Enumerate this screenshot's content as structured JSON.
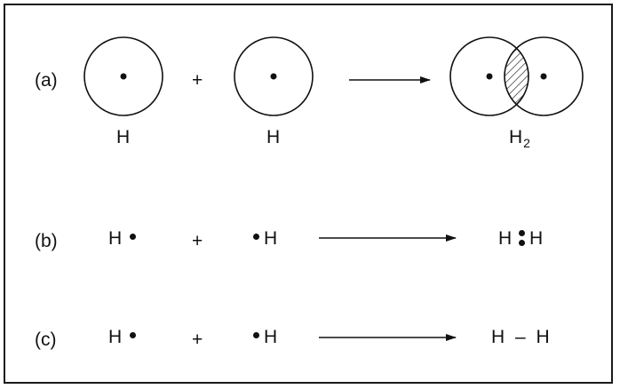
{
  "rows": [
    {
      "label": "(a)",
      "reactant1": "H",
      "plus": "+",
      "reactant2": "H",
      "product": "H",
      "product_subscript": "2"
    },
    {
      "label": "(b)",
      "reactant1": "H",
      "plus": "+",
      "reactant2": "H",
      "product_left": "H",
      "product_right": "H"
    },
    {
      "label": "(c)",
      "reactant1": "H",
      "plus": "+",
      "reactant2": "H",
      "product": "H – H"
    }
  ]
}
